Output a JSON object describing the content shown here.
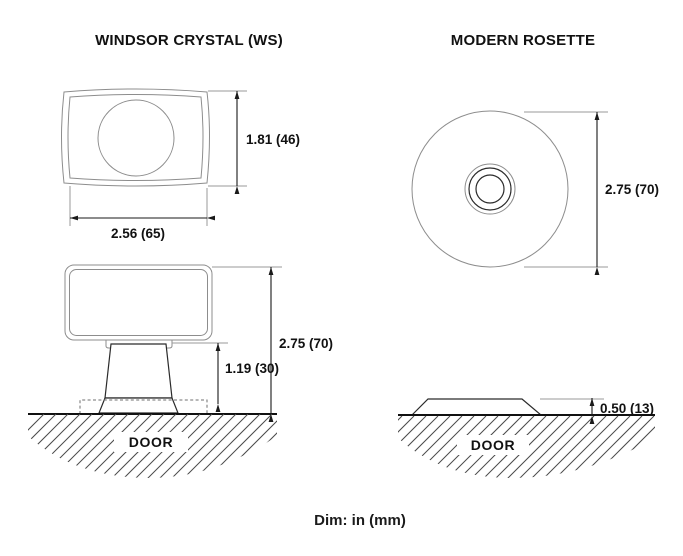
{
  "sheet": {
    "caption": "Dim: in (mm)",
    "background_color": "#ffffff",
    "line_color": "#8d8d8d",
    "dim_color": "#1a1a1a",
    "text_color": "#111111"
  },
  "left_view": {
    "title": "WINDSOR CRYSTAL (WS)",
    "front_view": {
      "height_dim": "1.81 (46)",
      "width_dim": "2.56 (65)"
    },
    "side_view": {
      "overall_height_dim": "2.75 (70)",
      "projection_dim": "1.19 (30)",
      "substrate_label": "DOOR"
    }
  },
  "right_view": {
    "title": "MODERN ROSETTE",
    "plan_view": {
      "diameter_dim": "2.75 (70)"
    },
    "side_view": {
      "thickness_dim": "0.50 (13)",
      "substrate_label": "DOOR"
    }
  }
}
